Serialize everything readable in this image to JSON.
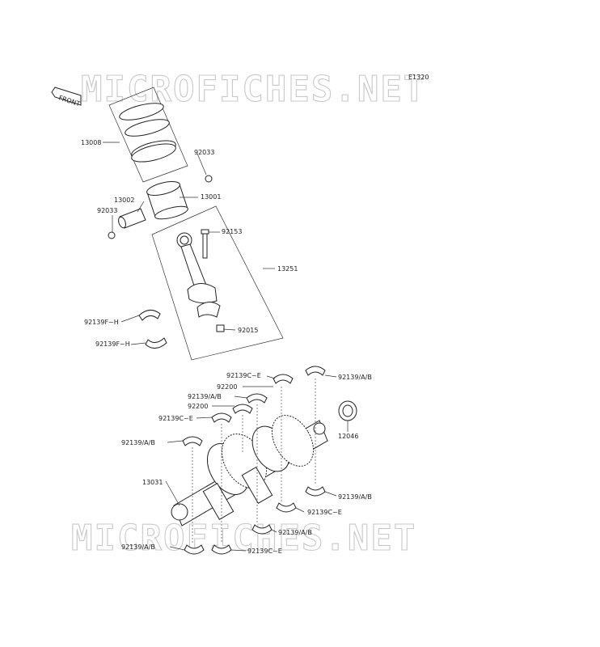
{
  "diagram": {
    "code": "E1320",
    "front_label": "FRONT",
    "watermark_top": "MICROFICHES.NET",
    "watermark_bottom": "MICROFICHES.NET"
  },
  "parts": [
    {
      "id": "p13008",
      "label": "13008"
    },
    {
      "id": "p92033a",
      "label": "92033"
    },
    {
      "id": "p13002",
      "label": "13002"
    },
    {
      "id": "p13001",
      "label": "13001"
    },
    {
      "id": "p92033b",
      "label": "92033"
    },
    {
      "id": "p92153",
      "label": "92153"
    },
    {
      "id": "p13251",
      "label": "13251"
    },
    {
      "id": "p92139fh1",
      "label": "92139F~H"
    },
    {
      "id": "p92015",
      "label": "92015"
    },
    {
      "id": "p92139fh2",
      "label": "92139F~H"
    },
    {
      "id": "p92139ce1",
      "label": "92139C~E"
    },
    {
      "id": "p92139ab1",
      "label": "92139/A/B"
    },
    {
      "id": "p92200a",
      "label": "92200"
    },
    {
      "id": "p92139ab2",
      "label": "92139/A/B"
    },
    {
      "id": "p92200b",
      "label": "92200"
    },
    {
      "id": "p92139ce2",
      "label": "92139C~E"
    },
    {
      "id": "p12046",
      "label": "12046"
    },
    {
      "id": "p92139ab3",
      "label": "92139/A/B"
    },
    {
      "id": "p13031",
      "label": "13031"
    },
    {
      "id": "p92139ab4",
      "label": "92139/A/B"
    },
    {
      "id": "p92139ce3",
      "label": "92139C~E"
    },
    {
      "id": "p92139ab5",
      "label": "92139/A/B"
    },
    {
      "id": "p92139ab6",
      "label": "92139/A/B"
    },
    {
      "id": "p92139ce4",
      "label": "92139C~E"
    }
  ]
}
